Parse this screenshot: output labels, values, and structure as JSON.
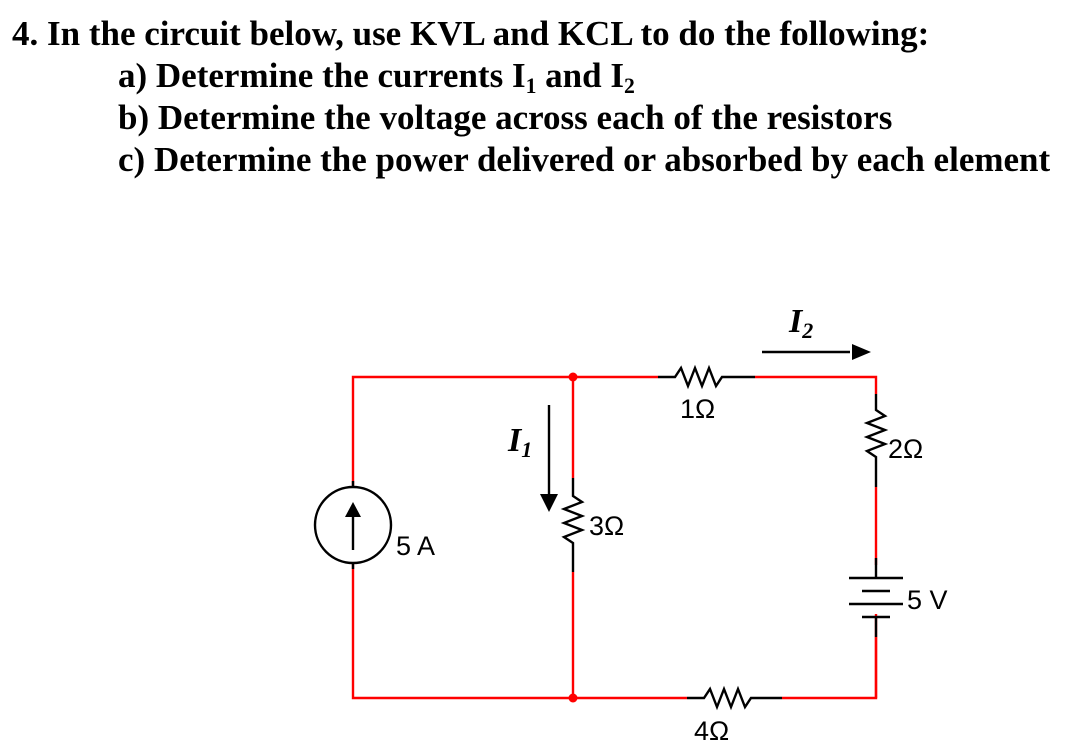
{
  "problem": {
    "title": "4. In the circuit below, use KVL and KCL to do the following:",
    "parts": [
      {
        "prefix": "a) Determine the currents I",
        "sub1": "1",
        "mid": " and I",
        "sub2": "2",
        "suffix": ""
      },
      {
        "text": "b) Determine the voltage across each of the resistors"
      },
      {
        "text": "c) Determine the power delivered or absorbed by each element"
      }
    ]
  },
  "circuit": {
    "wire_color": "#ff0000",
    "component_color": "#000000",
    "current_source": {
      "label": "5 A",
      "direction": "up"
    },
    "resistors": [
      {
        "id": "r1",
        "label": "1Ω"
      },
      {
        "id": "r2",
        "label": "2Ω"
      },
      {
        "id": "r3",
        "label": "3Ω"
      },
      {
        "id": "r4",
        "label": "4Ω"
      }
    ],
    "voltage_source": {
      "label": "5 V"
    },
    "currents": [
      {
        "id": "I1",
        "symbol": "I",
        "subscript": "1",
        "direction": "down"
      },
      {
        "id": "I2",
        "symbol": "I",
        "subscript": "2",
        "direction": "right"
      }
    ]
  }
}
